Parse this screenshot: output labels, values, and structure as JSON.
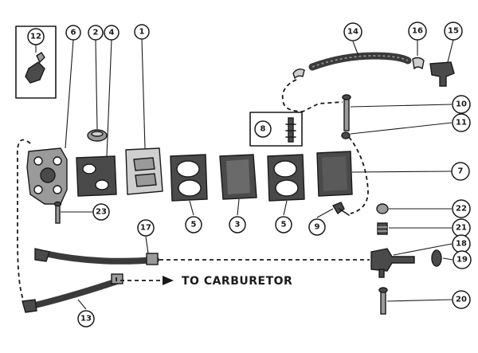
{
  "callouts": {
    "c1": "1",
    "c2": "2",
    "c3": "3",
    "c4": "4",
    "c5a": "5",
    "c5b": "5",
    "c6": "6",
    "c7": "7",
    "c8": "8",
    "c9": "9",
    "c10": "10",
    "c11": "11",
    "c12": "12",
    "c13": "13",
    "c14": "14",
    "c15": "15",
    "c16": "16",
    "c17": "17",
    "c18": "18",
    "c19": "19",
    "c20": "20",
    "c21": "21",
    "c22": "22",
    "c23": "23"
  },
  "labels": {
    "to_carburetor": "TO CARBURETOR"
  }
}
